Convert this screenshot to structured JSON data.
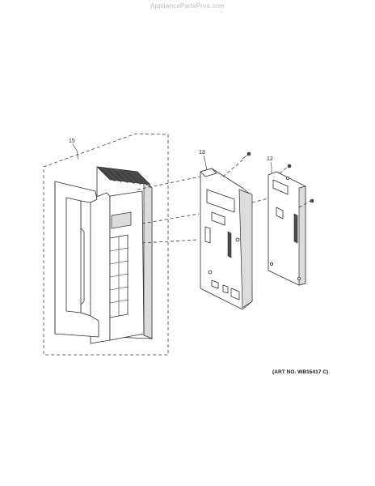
{
  "watermark": "AppliancePartsPros.com",
  "callouts": {
    "c15": "15",
    "c13": "13",
    "c12": "12"
  },
  "art_number": "(ART NO. WB15417 C)"
}
